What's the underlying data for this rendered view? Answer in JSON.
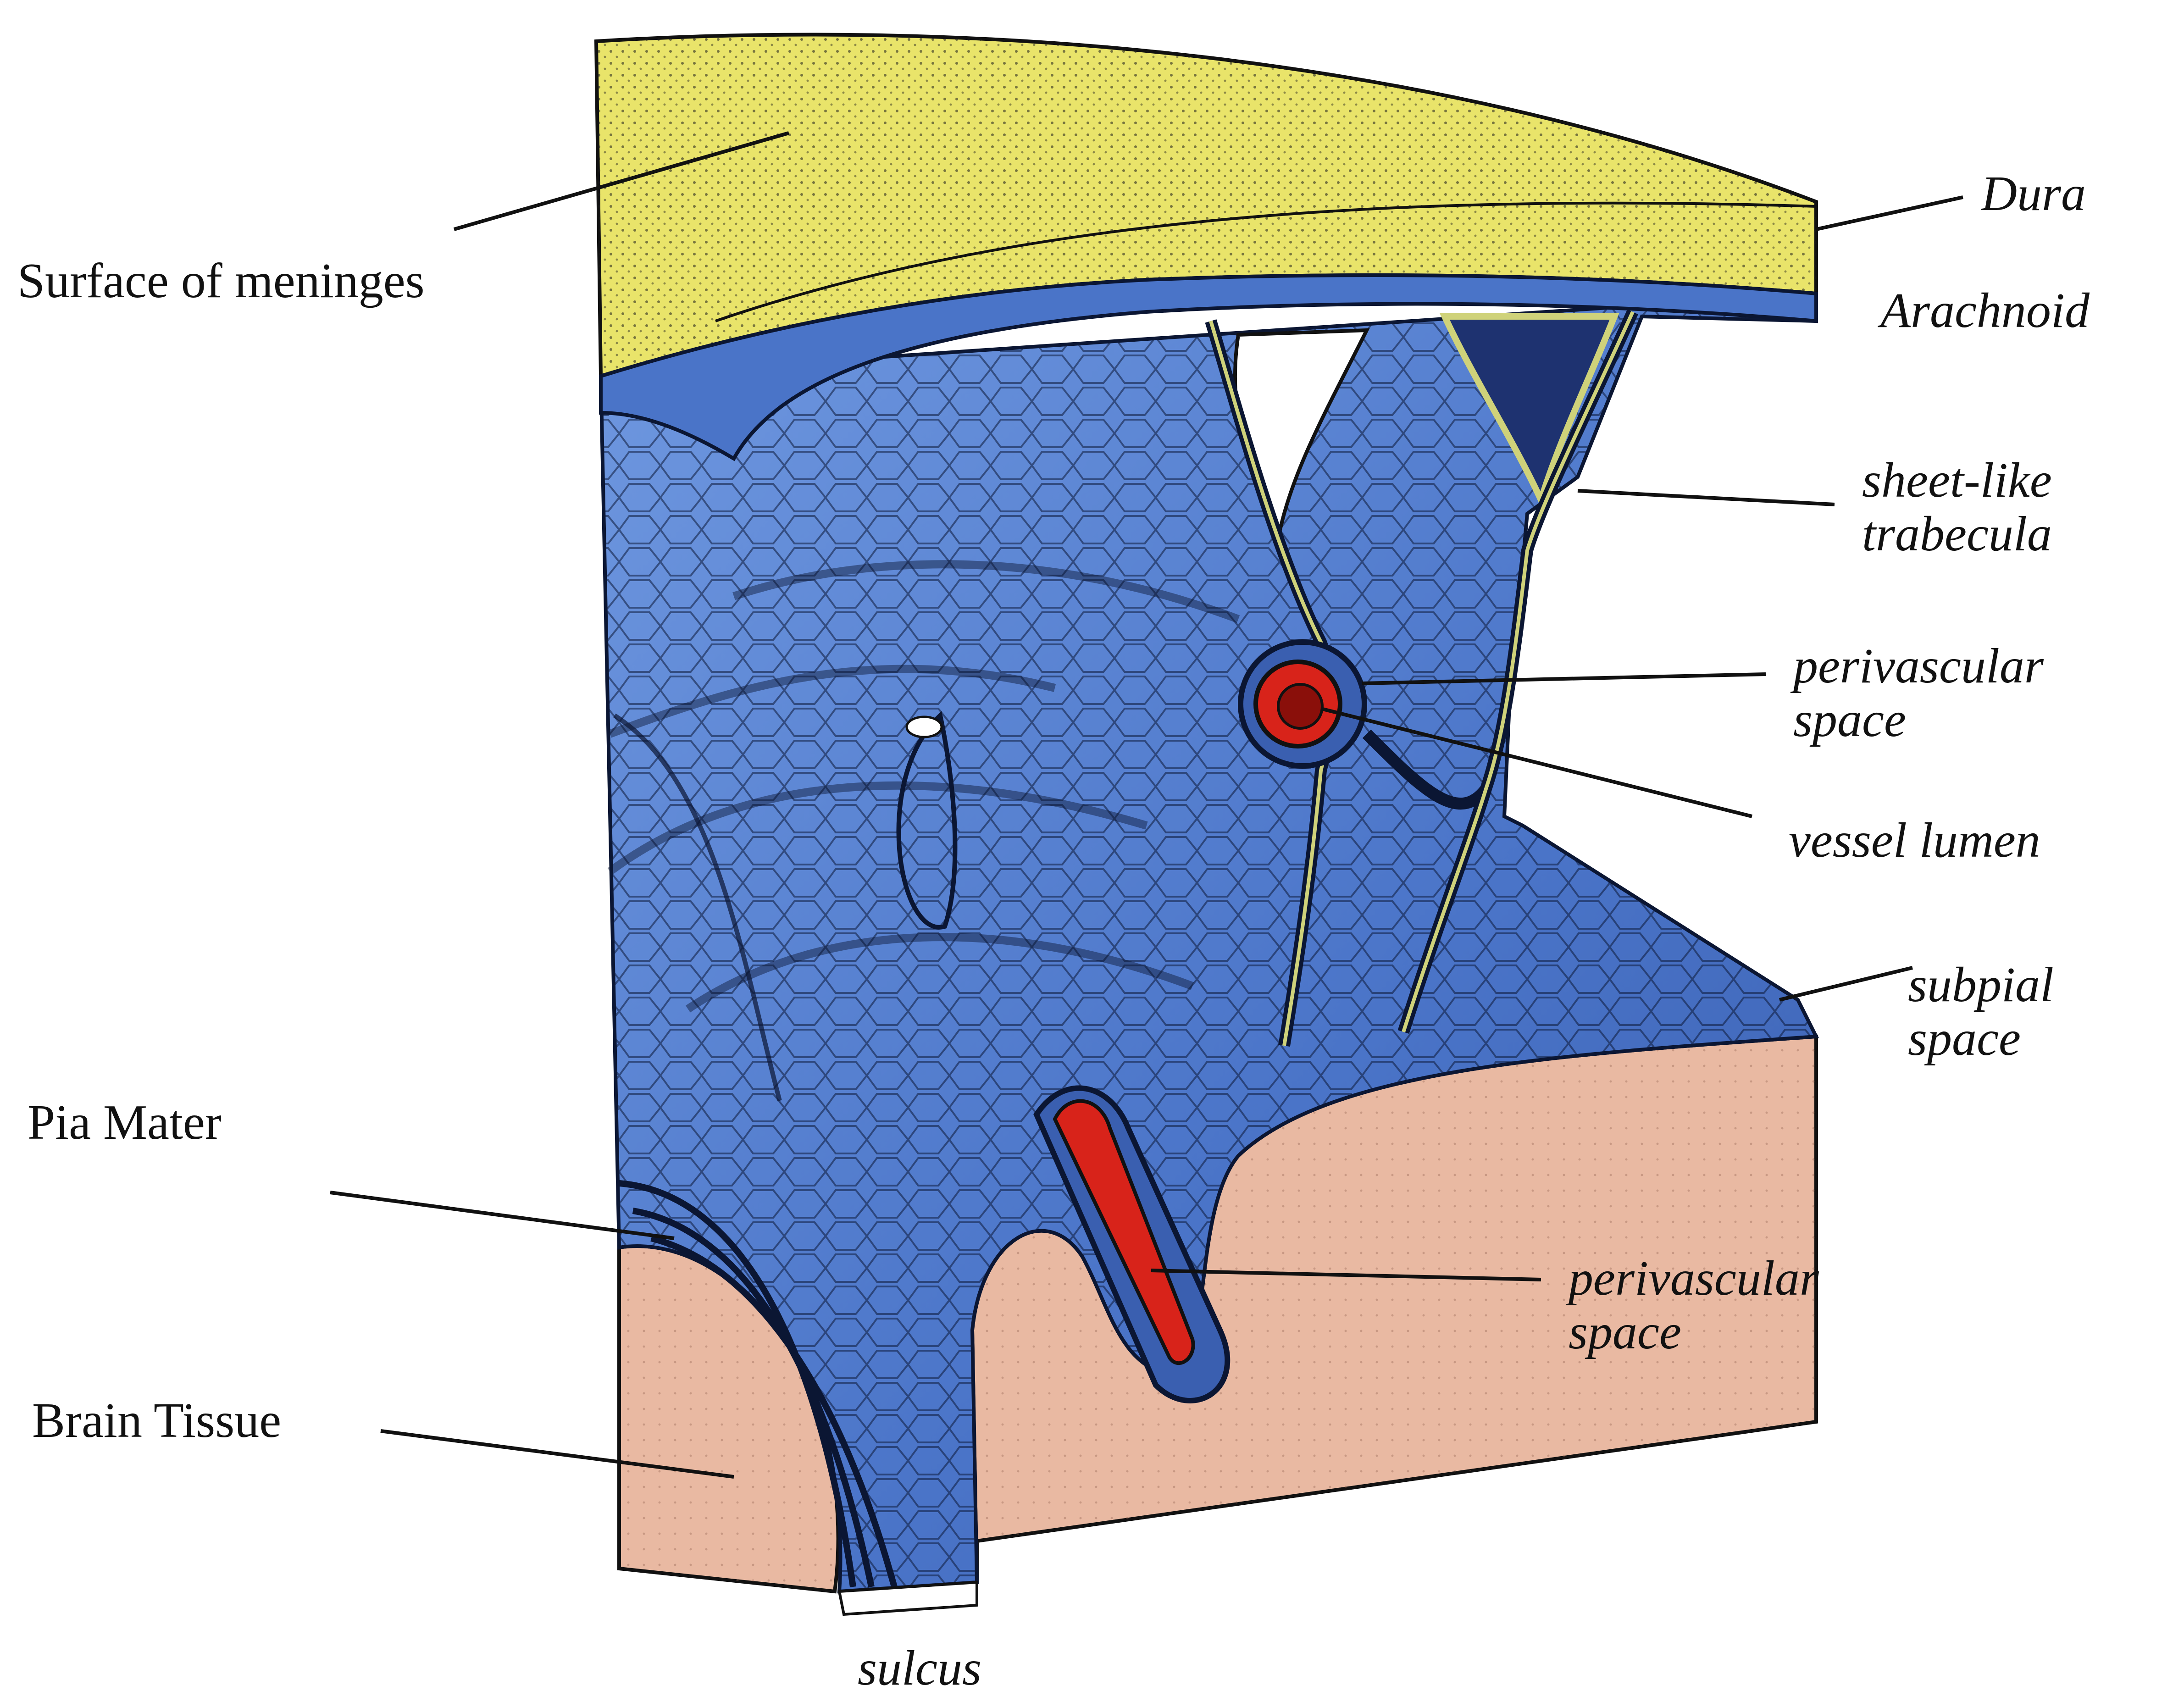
{
  "labels": {
    "surface_of_meninges": "Surface of meninges",
    "dura": "Dura",
    "arachnoid": "Arachnoid",
    "sheet_like_trabecula": [
      "sheet-like",
      "trabecula"
    ],
    "perivascular_space_upper": [
      "perivascular",
      "space"
    ],
    "vessel_lumen": "vessel lumen",
    "subpial_space": [
      "subpial",
      "space"
    ],
    "pia_mater": "Pia Mater",
    "perivascular_space_lower": [
      "perivascular",
      "space"
    ],
    "brain_tissue": "Brain Tissue",
    "sulcus": "sulcus"
  },
  "colors": {
    "dura": "#e9e46a",
    "arachnoid_blue": "#5b86d6",
    "brain_tissue": "#e9b9a2",
    "vessel_red": "#d8231a",
    "trabecula_yellow": "#cfd27a",
    "ink": "#111111"
  }
}
